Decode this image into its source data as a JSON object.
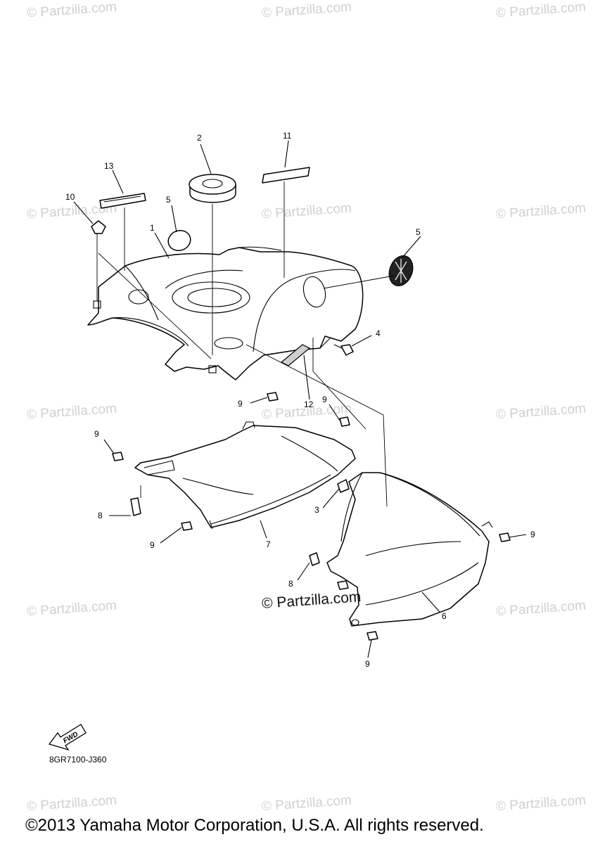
{
  "watermark": {
    "text": "© Partzilla.com",
    "center_text": "© Partzilla.com"
  },
  "callouts": {
    "c1": "1",
    "c2": "2",
    "c3": "3",
    "c4": "4",
    "c5a": "5",
    "c5b": "5",
    "c6": "6",
    "c7": "7",
    "c8a": "8",
    "c8b": "8",
    "c9a": "9",
    "c9b": "9",
    "c9c": "9",
    "c9d": "9",
    "c9e": "9",
    "c9f": "9",
    "c10": "10",
    "c11": "11",
    "c12": "12",
    "c13": "13"
  },
  "direction_arrow": {
    "label": "FWD"
  },
  "diagram_code": "8GR7100-J360",
  "copyright": "©2013 Yamaha Motor Corporation, U.S.A. All rights reserved."
}
